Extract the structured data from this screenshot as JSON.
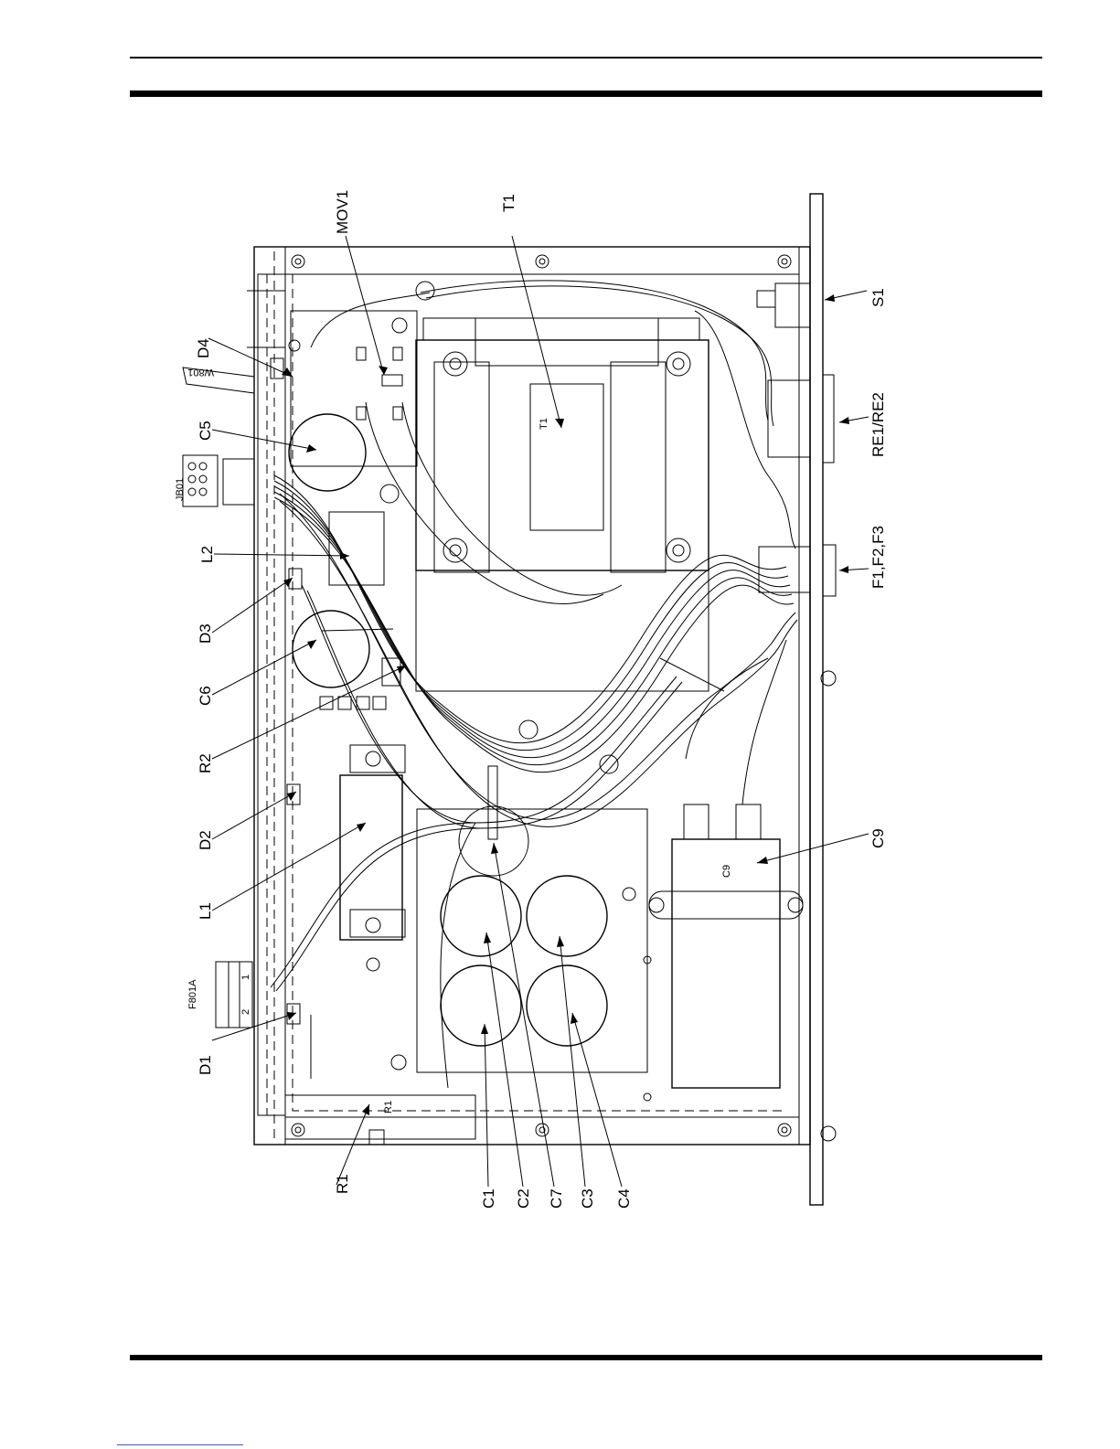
{
  "diagram": {
    "callouts": {
      "mov1": "MOV1",
      "t1": "T1",
      "d4": "D4",
      "c5": "C5",
      "jb01": "JB01",
      "l2": "L2",
      "d3": "D3",
      "c6": "C6",
      "r2": "R2",
      "d2": "D2",
      "l1": "L1",
      "f801a": "F801A",
      "d1": "D1",
      "r1": "R1",
      "c1": "C1",
      "c2": "C2",
      "c7": "C7",
      "c3": "C3",
      "c4": "C4",
      "s1": "S1",
      "re1_re2": "RE1/RE2",
      "f1_f2_f3": "F1,F2,F3",
      "c9": "C9"
    },
    "part_marks": {
      "t1_body": "T1",
      "c9_body": "C9",
      "r1_body": "R1",
      "cable_tag": "W801",
      "pin_2": "2",
      "pin_1": "1"
    }
  }
}
